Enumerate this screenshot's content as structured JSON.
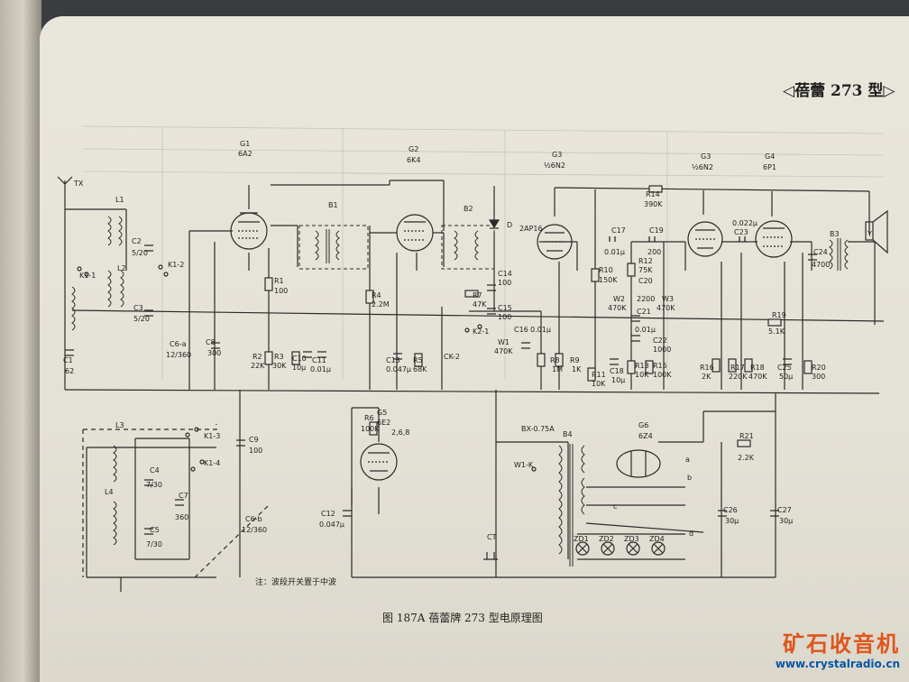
{
  "header": "◁蓓蕾 273 型▷",
  "caption": "图 187A   蓓蕾牌 273 型电原理图",
  "note": "注：波段开关置于中波",
  "watermark": {
    "title": "矿石收音机",
    "url": "www.crystalradio.cn"
  },
  "tubes": [
    {
      "ref": "G1",
      "type": "6A2"
    },
    {
      "ref": "G2",
      "type": "6K4"
    },
    {
      "ref": "G3",
      "type": "½6N2"
    },
    {
      "ref": "G3",
      "type": "½6N2"
    },
    {
      "ref": "G4",
      "type": "6P1"
    },
    {
      "ref": "G5",
      "type": "6E2"
    },
    {
      "ref": "G6",
      "type": "6Z4"
    }
  ],
  "labels": [
    {
      "id": "TX",
      "text": "TX"
    },
    {
      "id": "L1",
      "text": "L1"
    },
    {
      "id": "L2",
      "text": "L2"
    },
    {
      "id": "C2",
      "text": "C2"
    },
    {
      "id": "C2v",
      "text": "5/20"
    },
    {
      "id": "C3",
      "text": "C3"
    },
    {
      "id": "C3v",
      "text": "5/20"
    },
    {
      "id": "K12",
      "text": "K1-2"
    },
    {
      "id": "K11",
      "text": "K1-1"
    },
    {
      "id": "C1",
      "text": "C1"
    },
    {
      "id": "C1v",
      "text": "62"
    },
    {
      "id": "C6a",
      "text": "C6-a"
    },
    {
      "id": "C6av",
      "text": "12/360"
    },
    {
      "id": "C8",
      "text": "C8"
    },
    {
      "id": "C8v",
      "text": "300"
    },
    {
      "id": "R1",
      "text": "R1"
    },
    {
      "id": "R1v",
      "text": "100"
    },
    {
      "id": "R2",
      "text": "R2"
    },
    {
      "id": "R2v",
      "text": "22K"
    },
    {
      "id": "R3",
      "text": "R3"
    },
    {
      "id": "R3v",
      "text": "30K"
    },
    {
      "id": "C10",
      "text": "C10"
    },
    {
      "id": "C10v",
      "text": "10μ"
    },
    {
      "id": "C11",
      "text": "C11"
    },
    {
      "id": "C11v",
      "text": "0.01μ"
    },
    {
      "id": "B1",
      "text": "B1"
    },
    {
      "id": "B2",
      "text": "B2"
    },
    {
      "id": "R4",
      "text": "R4"
    },
    {
      "id": "R4v",
      "text": "2.2M"
    },
    {
      "id": "C13",
      "text": "C13"
    },
    {
      "id": "C13v",
      "text": "0.047μ"
    },
    {
      "id": "R5",
      "text": "R5"
    },
    {
      "id": "R5v",
      "text": "68K"
    },
    {
      "id": "D",
      "text": "D"
    },
    {
      "id": "Dv",
      "text": "2AP16"
    },
    {
      "id": "C14",
      "text": "C14"
    },
    {
      "id": "C14v",
      "text": "100"
    },
    {
      "id": "R7",
      "text": "R7"
    },
    {
      "id": "R7v",
      "text": "47K"
    },
    {
      "id": "C15",
      "text": "C15"
    },
    {
      "id": "C15v",
      "text": "100"
    },
    {
      "id": "K21",
      "text": "K2-1"
    },
    {
      "id": "CK2",
      "text": "CK-2"
    },
    {
      "id": "W1",
      "text": "W1"
    },
    {
      "id": "W1v",
      "text": "470K"
    },
    {
      "id": "C16",
      "text": "C16"
    },
    {
      "id": "C16v",
      "text": "0.01μ"
    },
    {
      "id": "R8",
      "text": "R8"
    },
    {
      "id": "R8v",
      "text": "1M"
    },
    {
      "id": "R9",
      "text": "R9"
    },
    {
      "id": "R9v",
      "text": "1K"
    },
    {
      "id": "C17",
      "text": "C17"
    },
    {
      "id": "C17v",
      "text": "0.01μ"
    },
    {
      "id": "R10",
      "text": "R10"
    },
    {
      "id": "R10v",
      "text": "150K"
    },
    {
      "id": "R11",
      "text": "R11"
    },
    {
      "id": "R11v",
      "text": "10K"
    },
    {
      "id": "C18",
      "text": "C18"
    },
    {
      "id": "C18v",
      "text": "10μ"
    },
    {
      "id": "C19",
      "text": "C19"
    },
    {
      "id": "C19v",
      "text": "200"
    },
    {
      "id": "R12",
      "text": "R12"
    },
    {
      "id": "R12v",
      "text": "75K"
    },
    {
      "id": "C20",
      "text": "C20"
    },
    {
      "id": "C20v",
      "text": "2200"
    },
    {
      "id": "W2",
      "text": "W2"
    },
    {
      "id": "W2v",
      "text": "470K"
    },
    {
      "id": "C21",
      "text": "C21"
    },
    {
      "id": "C21v",
      "text": "0.01μ"
    },
    {
      "id": "C22",
      "text": "C22"
    },
    {
      "id": "C22v",
      "text": "1000"
    },
    {
      "id": "W3",
      "text": "W3"
    },
    {
      "id": "W3v",
      "text": "470K"
    },
    {
      "id": "R13",
      "text": "R13"
    },
    {
      "id": "R13v",
      "text": "10K"
    },
    {
      "id": "R15",
      "text": "R15"
    },
    {
      "id": "R15v",
      "text": "100K"
    },
    {
      "id": "R14",
      "text": "R14"
    },
    {
      "id": "R14v",
      "text": "390K"
    },
    {
      "id": "C23",
      "text": "C23"
    },
    {
      "id": "C23v",
      "text": "0.022μ"
    },
    {
      "id": "R16",
      "text": "R16"
    },
    {
      "id": "R16v",
      "text": "2K"
    },
    {
      "id": "R17",
      "text": "R17"
    },
    {
      "id": "R17v",
      "text": "220K"
    },
    {
      "id": "R18",
      "text": "R18"
    },
    {
      "id": "R18v",
      "text": "470K"
    },
    {
      "id": "R19",
      "text": "R19"
    },
    {
      "id": "R19v",
      "text": "5.1K"
    },
    {
      "id": "C25",
      "text": "C25"
    },
    {
      "id": "C25v",
      "text": "50μ"
    },
    {
      "id": "R20",
      "text": "R20"
    },
    {
      "id": "R20v",
      "text": "300"
    },
    {
      "id": "C24",
      "text": "C24"
    },
    {
      "id": "C24v",
      "text": "4700"
    },
    {
      "id": "B3",
      "text": "B3"
    },
    {
      "id": "Y",
      "text": "Y"
    },
    {
      "id": "L3",
      "text": "L3"
    },
    {
      "id": "L4",
      "text": "L4"
    },
    {
      "id": "K13",
      "text": "K1-3"
    },
    {
      "id": "K14",
      "text": "K1-4"
    },
    {
      "id": "C4",
      "text": "C4"
    },
    {
      "id": "C4v",
      "text": "7/30"
    },
    {
      "id": "C5",
      "text": "C5"
    },
    {
      "id": "C5v",
      "text": "7/30"
    },
    {
      "id": "C7",
      "text": "C7"
    },
    {
      "id": "C7v",
      "text": "360"
    },
    {
      "id": "C9",
      "text": "C9"
    },
    {
      "id": "C9v",
      "text": "100"
    },
    {
      "id": "C6b",
      "text": "C6-b"
    },
    {
      "id": "C6bv",
      "text": "12/360"
    },
    {
      "id": "R6",
      "text": "R6"
    },
    {
      "id": "R6v",
      "text": "100K"
    },
    {
      "id": "G5pins",
      "text": "2,6,8"
    },
    {
      "id": "C12",
      "text": "C12"
    },
    {
      "id": "C12v",
      "text": "0.047μ"
    },
    {
      "id": "BX",
      "text": "BX-0.75A"
    },
    {
      "id": "B4",
      "text": "B4"
    },
    {
      "id": "W1K",
      "text": "W1-K"
    },
    {
      "id": "CT",
      "text": "CT"
    },
    {
      "id": "ZD1",
      "text": "ZD1"
    },
    {
      "id": "ZD2",
      "text": "ZD2"
    },
    {
      "id": "ZD3",
      "text": "ZD3"
    },
    {
      "id": "ZD4",
      "text": "ZD4"
    },
    {
      "id": "R21",
      "text": "R21"
    },
    {
      "id": "R21v",
      "text": "2.2K"
    },
    {
      "id": "C26",
      "text": "C26"
    },
    {
      "id": "C26v",
      "text": "30μ"
    },
    {
      "id": "C27",
      "text": "C27"
    },
    {
      "id": "C27v",
      "text": "30μ"
    },
    {
      "id": "a",
      "text": "a"
    },
    {
      "id": "b",
      "text": "b"
    },
    {
      "id": "c",
      "text": "c"
    },
    {
      "id": "d",
      "text": "d"
    }
  ]
}
